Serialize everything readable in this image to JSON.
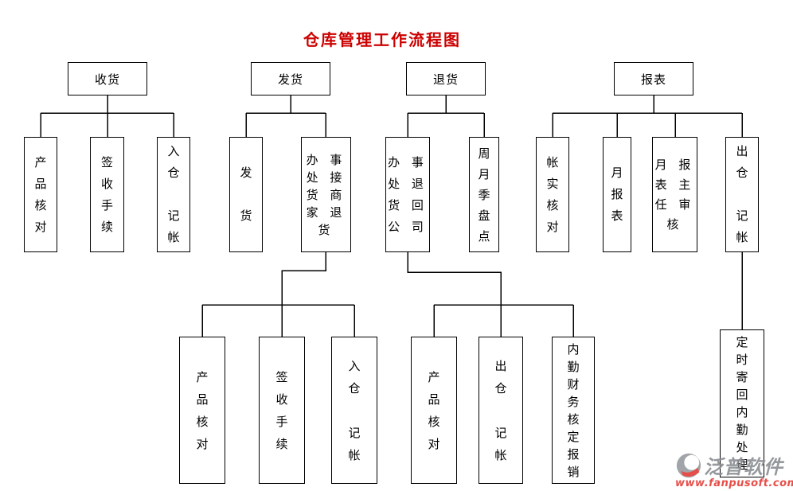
{
  "title": {
    "text": "仓库管理工作流程图"
  },
  "colors": {
    "title": "#CC0000",
    "line": "#000000",
    "box_border": "#000000",
    "watermark_gray": "#8d9094",
    "watermark_red": "#e6403a"
  },
  "groups": [
    {
      "id": "receiving",
      "label": "收货",
      "children": [
        {
          "text": "产\n品\n核\n对"
        },
        {
          "text": "签\n收\n手\n续"
        },
        {
          "text": "入\n仓\n\n记\n帐"
        }
      ]
    },
    {
      "id": "shipping",
      "label": "发货",
      "children": [
        {
          "text": "发\n\n货"
        },
        {
          "text": "办 事\n处 接\n货 商\n家 退\n货"
        }
      ],
      "grandchildren": [
        {
          "text": "产\n品\n核\n对"
        },
        {
          "text": "签\n收\n手\n续"
        },
        {
          "text": "入\n仓\n\n记\n帐"
        }
      ]
    },
    {
      "id": "returns",
      "label": "退货",
      "children": [
        {
          "text": "办 事\n处 退\n货 回\n公 司"
        },
        {
          "text": "周\n月\n季\n盘\n点"
        }
      ],
      "grandchildren": [
        {
          "text": "产\n品\n核\n对"
        },
        {
          "text": "出\n仓\n\n记\n帐"
        },
        {
          "text": "内\n勤\n财\n务\n核\n定\n报\n销"
        }
      ]
    },
    {
      "id": "reports",
      "label": "报表",
      "children": [
        {
          "text": "帐\n实\n核\n对"
        },
        {
          "text": "月\n报\n表"
        },
        {
          "text": "月 报\n表 主\n任 审\n核"
        },
        {
          "text": "出\n仓\n\n记\n帐"
        }
      ],
      "grandchildren": [
        {
          "text": "定\n时\n寄\n回\n内\n勤\n处\n理"
        }
      ]
    }
  ],
  "watermark": {
    "logo_icon": "fanpu-swoosh-icon",
    "brand": "泛普软件",
    "url": "www.fanpusoft.com"
  }
}
